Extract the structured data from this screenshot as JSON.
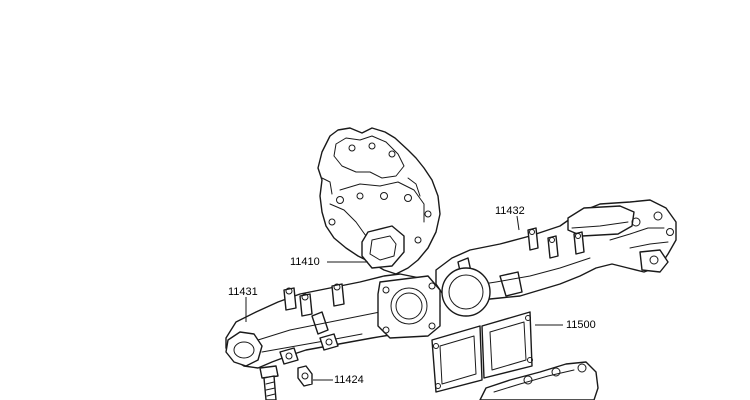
{
  "diagram": {
    "labels": {
      "p11432": "11432",
      "p11410": "11410",
      "p11431": "11431",
      "p11500": "11500",
      "p11424": "11424"
    }
  }
}
